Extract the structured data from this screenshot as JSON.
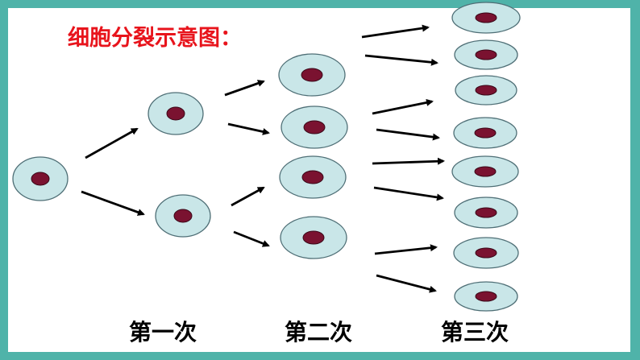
{
  "title": "细胞分裂示意图：",
  "stage_labels": [
    "第一次",
    "第二次",
    "第三次"
  ],
  "colors": {
    "background": "#4fb3a9",
    "title": "#e8141c",
    "cell_body": "#c9e6e8",
    "nucleus": "#7a1230"
  },
  "cell_counts": [
    1,
    2,
    4,
    8
  ]
}
